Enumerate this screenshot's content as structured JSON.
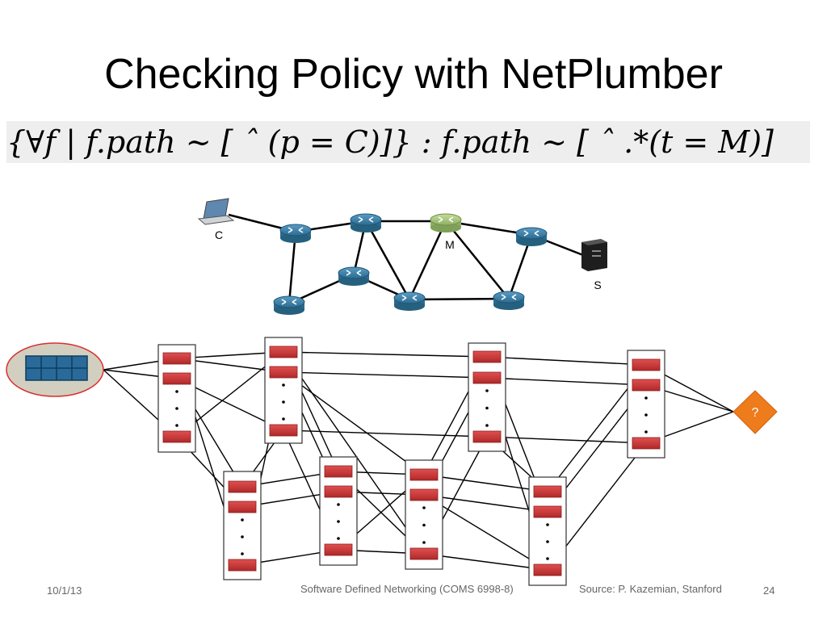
{
  "slide": {
    "title": "Checking Policy with NetPlumber",
    "formula": "{∀f | f.path ∼ [ ˆ (p = C)]}  :  f.path ∼ [ ˆ .*(t = M)]"
  },
  "topology": {
    "labels": {
      "client": "C",
      "middlebox": "M",
      "server": "S"
    },
    "router_color": "#3a7fa8",
    "middlebox_color": "#a8c87a"
  },
  "plumbing_graph": {
    "rule_color": "#cc3333",
    "source_color": "#2a6a9a",
    "probe_color": "#ee7b1c",
    "probe_label": "?",
    "ellipsis": "·"
  },
  "footer": {
    "date": "10/1/13",
    "course": "Software Defined Networking (COMS 6998-8)",
    "source": "Source: P. Kazemian, Stanford",
    "page": "24"
  }
}
